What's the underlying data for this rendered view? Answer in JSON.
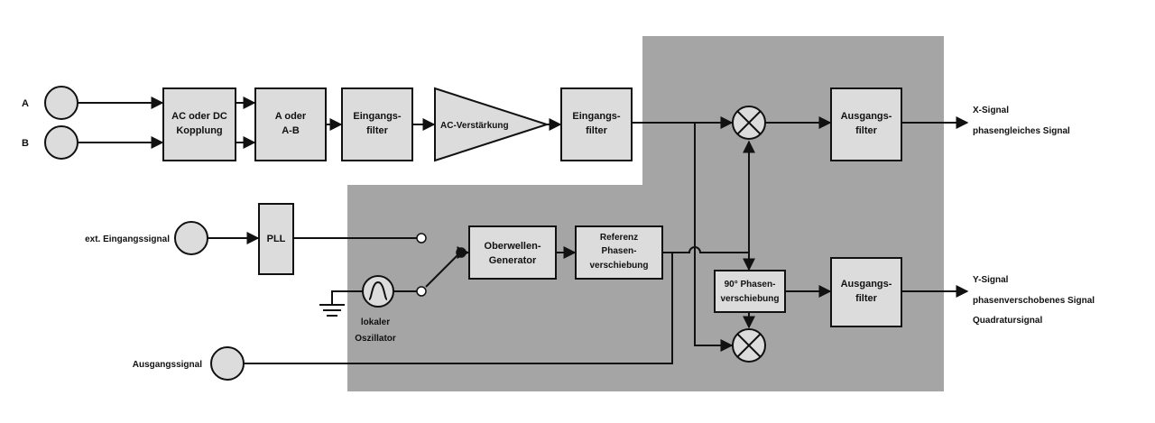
{
  "colors": {
    "shade": "#a6a5a5",
    "block_fill": "#dcdcdc",
    "line": "#111111",
    "background": "#ffffff"
  },
  "inputs": {
    "a": "A",
    "b": "B",
    "ext_reference": "ext. Eingangssignal",
    "ref_output": "Ausgangssignal"
  },
  "blocks": {
    "coupling": [
      "AC oder DC",
      "Kopplung"
    ],
    "ab_select": [
      "A oder",
      "A-B"
    ],
    "input_filter_1": [
      "Eingangs-",
      "filter"
    ],
    "ac_amp": "AC-Verstärkung",
    "input_filter_2": [
      "Eingangs-",
      "filter"
    ],
    "output_filter_x": [
      "Ausgangs-",
      "filter"
    ],
    "output_filter_y": [
      "Ausgangs-",
      "filter"
    ],
    "pll": "PLL",
    "harmonic_gen": [
      "Oberwellen-",
      "Generator"
    ],
    "ref_phase": [
      "Referenz",
      "Phasen-",
      "verschiebung"
    ],
    "phase90": [
      "90° Phasen-",
      "verschiebung"
    ],
    "local_osc": [
      "lokaler",
      "Oszillator"
    ]
  },
  "outputs": {
    "x_signal": [
      "X-Signal",
      "phasengleiches Signal"
    ],
    "y_signal": [
      "Y-Signal",
      "phasenverschobenes Signal",
      "Quadratursignal"
    ]
  }
}
